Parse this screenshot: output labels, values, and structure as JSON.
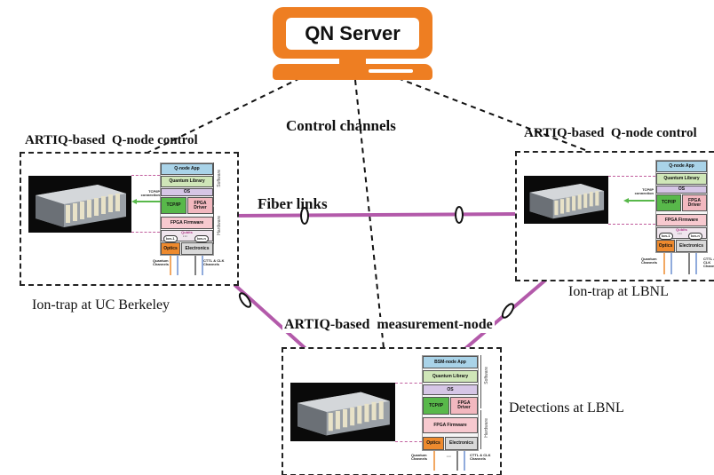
{
  "server": {
    "label": "QN Server"
  },
  "labels": {
    "control_channels": "Control channels",
    "fiber_links": "Fiber links",
    "left_title": "ARTIQ-based  Q-node control",
    "right_title": "ARTIQ-based  Q-node control",
    "meas_title": "ARTIQ-based  measurement-node",
    "left_caption": "Ion-trap at UC Berkeley",
    "right_caption": "Ion-trap at LBNL",
    "meas_caption": "Detections at LBNL"
  },
  "qnode_stack": {
    "app": "Q-node App",
    "library": "Quantum Library",
    "os": "OS",
    "tcpip": "TCP/IP",
    "fpga_driver": "FPGA Driver",
    "firmware": "FPGA Firmware",
    "qubits": "Qubits",
    "ion1": "Ion-1",
    "dots": "···",
    "ionn": "Ion-n",
    "optics": "Optics",
    "electronics": "Electronics",
    "software": "Software",
    "hardware": "Hardware",
    "tcp_connection": "TCP/IP connection",
    "quantum_channels": "Quantum Channels",
    "cttl_channels": "CTTL & CLK Channels"
  },
  "meas_stack": {
    "app": "BSM-node App",
    "library": "Quantum Library",
    "os": "OS",
    "tcpip": "TCP/IP",
    "fpga_driver": "FPGA Driver",
    "firmware": "FPGA Firmware",
    "optics": "Optics",
    "electronics": "Electronics",
    "software": "Software",
    "hardware": "Hardware",
    "quantum_channels": "Quantum Channels",
    "cttl_channels": "CTTL & CLK Channels",
    "dots": "···"
  },
  "colors": {
    "server_orange": "#ee7e22",
    "fiber_magenta": "#b35aaa",
    "app_blue": "#a9d3e8",
    "library_green": "#cfe6b8",
    "os_lilac": "#d6c6e6",
    "tcp_green": "#58b84a",
    "driver_pink": "#f2b8bf",
    "firmware_pink": "#f7c9cf",
    "optics_orange": "#ee8a2e",
    "electronics_gray": "#d9d9d9"
  }
}
